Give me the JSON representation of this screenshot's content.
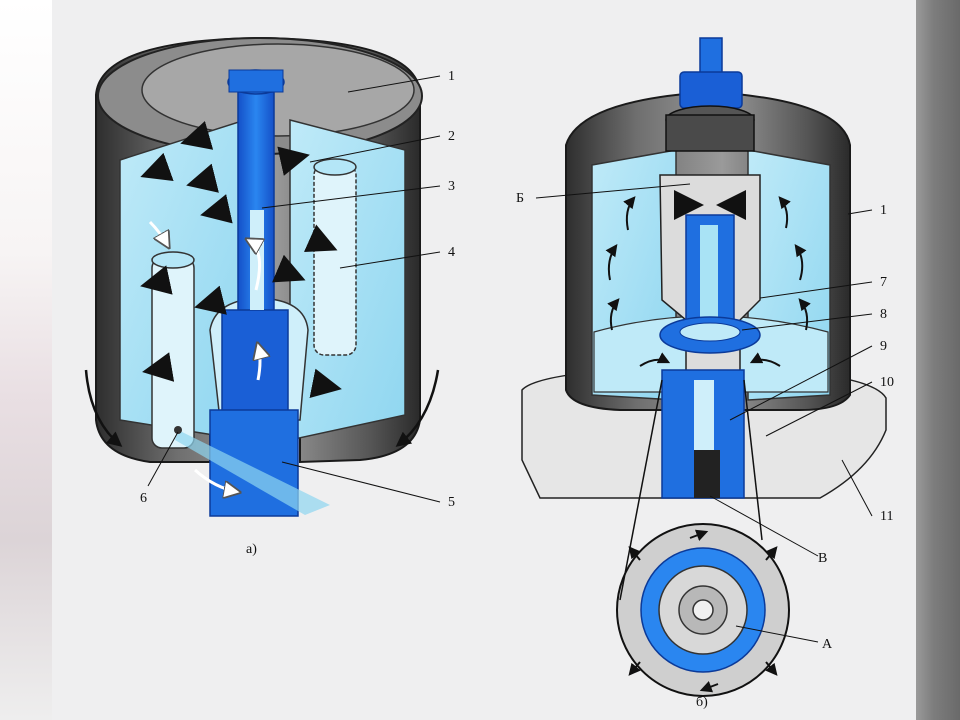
{
  "left_figure": {
    "caption": "а)",
    "callouts": [
      "1",
      "2",
      "3",
      "4",
      "5",
      "6"
    ]
  },
  "right_figure": {
    "caption": "б)",
    "callouts": [
      "1",
      "7",
      "8",
      "9",
      "10",
      "11"
    ],
    "letters": [
      "Б",
      "В",
      "А"
    ]
  },
  "colors": {
    "paper": "#efeff0",
    "housing_dark": "#3a3a3a",
    "housing_mid": "#7a7a7a",
    "oil_light": "#a9e3f5",
    "shaft_blue": "#1f6fe0",
    "arrow": "#111111"
  }
}
